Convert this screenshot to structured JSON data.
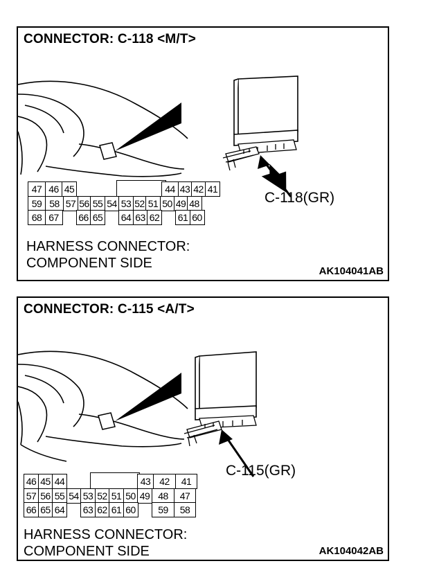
{
  "panels": [
    {
      "title": "CONNECTOR: C-118 <M/T>",
      "connector_label": "C-118(GR)",
      "caption_line1": "HARNESS CONNECTOR:",
      "caption_line2": "COMPONENT SIDE",
      "code": "AK104041AB",
      "pin_rows": [
        [
          "47",
          "46",
          "45",
          "",
          "",
          "",
          "",
          "",
          "",
          "44",
          "43",
          "42",
          "41"
        ],
        [
          "59",
          "58",
          "57",
          "56",
          "55",
          "54",
          "53",
          "52",
          "51",
          "50",
          "49",
          "48"
        ],
        [
          "68",
          "67",
          "",
          "66",
          "65",
          "",
          "64",
          "63",
          "62",
          "",
          "61",
          "60"
        ]
      ]
    },
    {
      "title": "CONNECTOR: C-115 <A/T>",
      "connector_label": "C-115(GR)",
      "caption_line1": "HARNESS CONNECTOR:",
      "caption_line2": "COMPONENT SIDE",
      "code": "AK104042AB",
      "pin_rows": [
        [
          "46",
          "45",
          "44",
          "",
          "",
          "",
          "",
          "",
          "43",
          "42",
          "41"
        ],
        [
          "57",
          "56",
          "55",
          "54",
          "53",
          "52",
          "51",
          "50",
          "49",
          "48",
          "47"
        ],
        [
          "66",
          "65",
          "64",
          "",
          "63",
          "62",
          "61",
          "60",
          "",
          "59",
          "58"
        ]
      ]
    }
  ]
}
